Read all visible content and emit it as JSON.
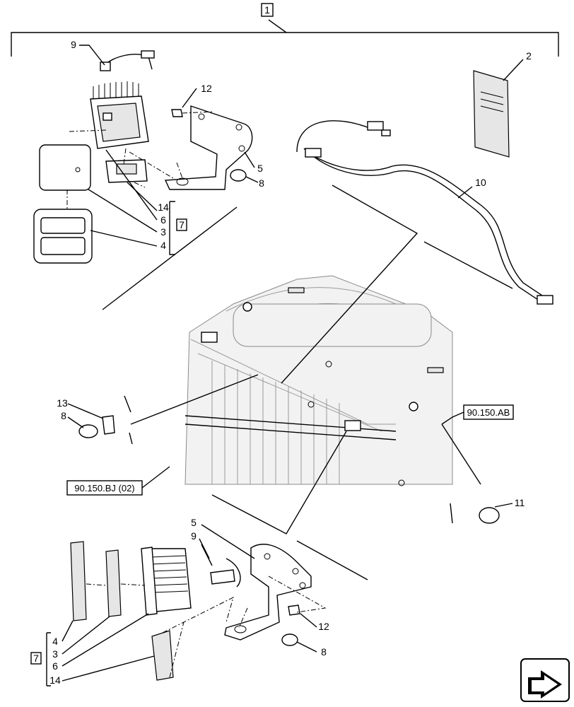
{
  "diagram": {
    "assembly_number": "1",
    "kit_number": "7",
    "callouts": {
      "c2": "2",
      "c3a": "3",
      "c3b": "3",
      "c4a": "4",
      "c4b": "4",
      "c5a": "5",
      "c5b": "5",
      "c6a": "6",
      "c6b": "6",
      "c7a": "7",
      "c7b": "7",
      "c8a": "8",
      "c8b": "8",
      "c8c": "8",
      "c9a": "9",
      "c9b": "9",
      "c10": "10",
      "c11": "11",
      "c12a": "12",
      "c12b": "12",
      "c13": "13",
      "c14a": "14",
      "c14b": "14"
    },
    "references": {
      "ref_ab": "90.150.AB",
      "ref_bj": "90.150.BJ (02)"
    },
    "nav_icon": "next-page-arrow-icon"
  }
}
